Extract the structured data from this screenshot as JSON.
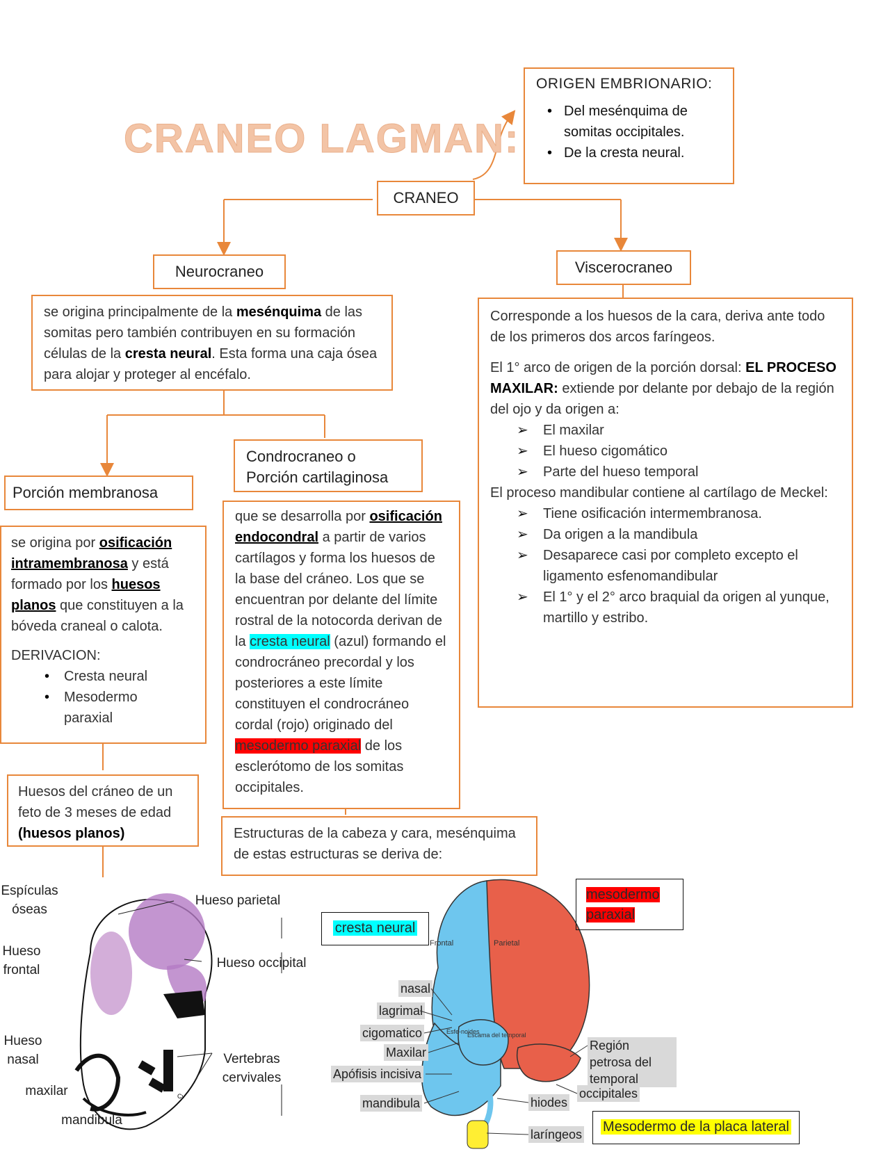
{
  "title": "CRANEO LAGMAN:",
  "craneo": "CRANEO",
  "origen": {
    "heading": "ORIGEN EMBRIONARIO:",
    "items": [
      "Del mesénquima de somitas occipitales.",
      "De la cresta neural."
    ]
  },
  "neurocraneo": {
    "heading": "Neurocraneo",
    "text": {
      "p1": "se origina principalmente de la ",
      "k1": "mesénquima",
      "p2": " de las somitas pero también contribuyen en su formación células de la ",
      "k2": "cresta neural",
      "p3": ". Esta forma una caja ósea para alojar y proteger al encéfalo."
    }
  },
  "viscerocraneo": {
    "heading": "Viscerocraneo",
    "intro": "Corresponde a los huesos de la cara, deriva ante todo de los primeros dos arcos faríngeos.",
    "p_a": "El 1° arco de origen de la porción dorsal: ",
    "k_a": "EL PROCESO MAXILAR:",
    "p_b": " extiende por delante por debajo de la región del ojo  y da origen a:",
    "list1": [
      "El maxilar",
      "El hueso cigomático",
      "Parte del hueso temporal"
    ],
    "mandibular": "El proceso mandibular contiene al cartílago de Meckel:",
    "list2": [
      "Tiene osificación intermembranosa.",
      "Da origen a la mandibula",
      "Desaparece casi por completo excepto el ligamento esfenomandibular",
      "El 1° y el 2° arco braquial da origen al yunque, martillo y estribo."
    ]
  },
  "membranosa": {
    "heading": "Porción membranosa",
    "p1": "se origina por ",
    "k1": "osificación intramembranosa",
    "p2": " y está formado por los ",
    "k2": "huesos planos",
    "p3": " que constituyen a la bóveda craneal o calota.",
    "deriv": "DERIVACION:",
    "items": [
      "Cresta neural",
      "Mesodermo paraxial"
    ]
  },
  "condrocraneo": {
    "heading": "Condrocraneo o Porción cartilaginosa",
    "p1": "que se desarrolla por ",
    "k1": "osificación endocondral",
    "p2": " a partir de varios cartílagos y forma los huesos de la base del cráneo. Los que se encuentran por delante del límite rostral de la notocorda derivan de la ",
    "h1": "cresta neural",
    "p3": " (azul) formando el condrocráneo precordal y los posteriores a este límite constituyen el condrocráneo cordal (rojo) originado del ",
    "h2": "mesodermo paraxial",
    "p4": " de los esclerótomo de los somitas occipitales."
  },
  "feto": {
    "p1": "Huesos del cráneo de un feto de 3 meses de edad ",
    "k1": "(huesos planos)"
  },
  "estructuras": "Estructuras de la cabeza y cara, mesénquima de estas estructuras se deriva de:",
  "skull_left": {
    "espiculas": "Espículas óseas",
    "frontal": "Hueso frontal",
    "nasal": "Hueso nasal",
    "maxilar": "maxilar",
    "mandibula": "mandibula",
    "parietal": "Hueso parietal",
    "occipital": "Hueso occipital",
    "vertebras": "Vertebras cervivales",
    "cv_mark": "Cv"
  },
  "skull_right": {
    "legend_cresta": "cresta neural",
    "legend_meso": "mesodermo paraxial",
    "legend_lateral": "Mesodermo de la placa lateral",
    "frontal": "Frontal",
    "parietal": "Parietal",
    "esfenoides": "Esfe-noides",
    "escama": "Escama del temporal",
    "nasal": "nasal",
    "lagrimal": "lagrimal",
    "cigomatico": "cigomatico",
    "maxilar": "Maxilar",
    "apofisis": "Apófisis incisiva",
    "mandibula": "mandibula",
    "hiodes": "hiodes",
    "laringeos": "laríngeos",
    "petrosa": "Región petrosa del temporal",
    "occipitales": "occipitales"
  },
  "colors": {
    "accent": "#e8873a",
    "title": "#f3c4a6",
    "cyan": "#00ffff",
    "red": "#ff0000",
    "yellow": "#ffff00",
    "skullBlue": "#6ec6ee",
    "skullRed": "#e8604a"
  }
}
